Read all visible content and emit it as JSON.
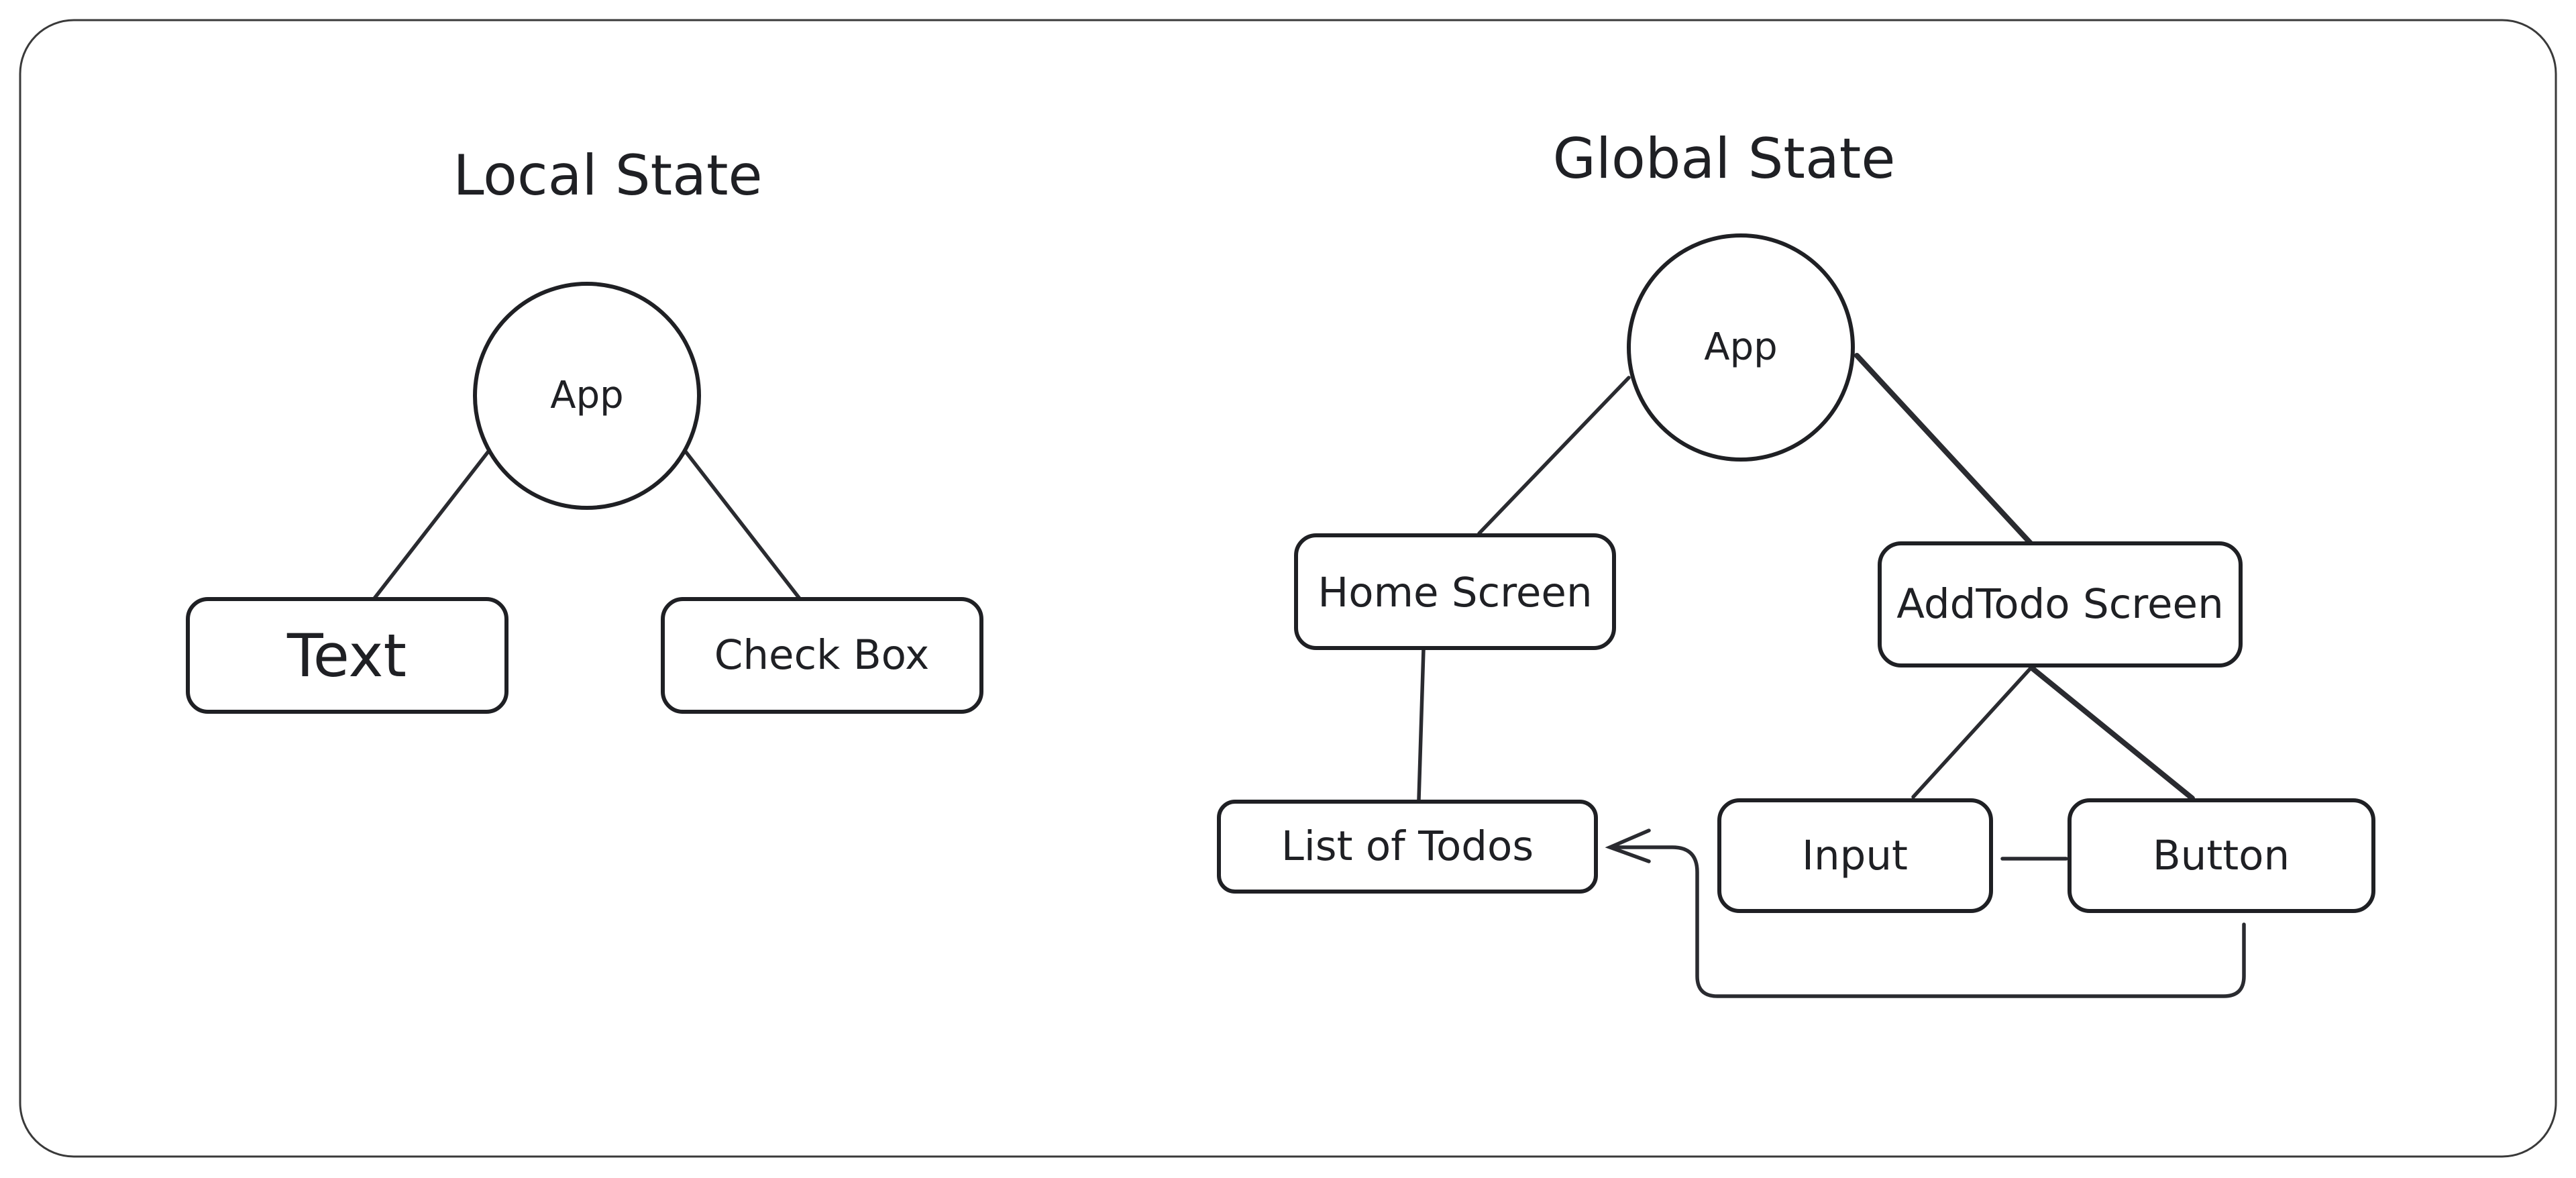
{
  "panels": {
    "local": {
      "title": "Local State",
      "nodes": {
        "app": "App",
        "text": "Text",
        "checkbox": "Check Box"
      }
    },
    "global": {
      "title": "Global State",
      "nodes": {
        "app": "App",
        "home_screen": "Home Screen",
        "addtodo_screen": "AddTodo Screen",
        "list_of_todos": "List of Todos",
        "input": "Input",
        "button": "Button"
      }
    }
  },
  "colors": {
    "stroke": "#1f2024",
    "background": "#ffffff",
    "frame": "#3a3a3a"
  }
}
